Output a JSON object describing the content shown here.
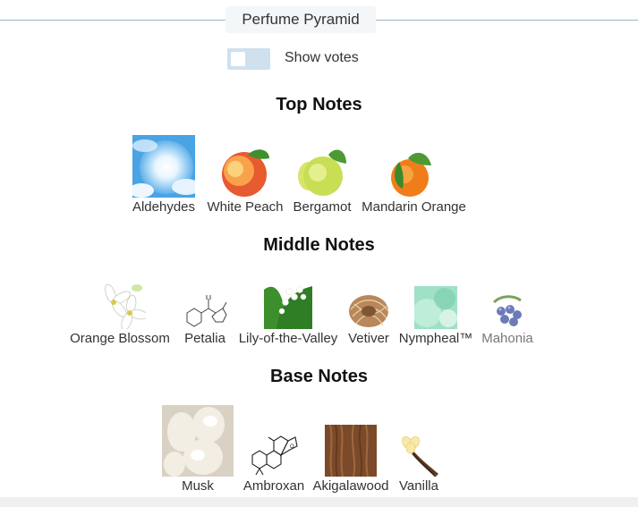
{
  "header": {
    "title": "Perfume Pyramid"
  },
  "toggle": {
    "label": "Show votes",
    "checked": false
  },
  "sections": {
    "top": {
      "title": "Top Notes",
      "notes": [
        {
          "label": "Aldehydes",
          "icon": "sky-clouds-image"
        },
        {
          "label": "White Peach",
          "icon": "peach-image"
        },
        {
          "label": "Bergamot",
          "icon": "bergamot-image"
        },
        {
          "label": "Mandarin Orange",
          "icon": "mandarin-orange-image"
        }
      ]
    },
    "middle": {
      "title": "Middle Notes",
      "notes": [
        {
          "label": "Orange Blossom",
          "icon": "orange-blossom-image"
        },
        {
          "label": "Petalia",
          "icon": "petalia-molecule-image"
        },
        {
          "label": "Lily-of-the-Valley",
          "icon": "lily-of-the-valley-image"
        },
        {
          "label": "Vetiver",
          "icon": "vetiver-image"
        },
        {
          "label": "Nympheal™",
          "icon": "nympheal-image"
        },
        {
          "label": "Mahonia",
          "icon": "mahonia-berries-image"
        }
      ]
    },
    "base": {
      "title": "Base Notes",
      "notes": [
        {
          "label": "Musk",
          "icon": "musk-image"
        },
        {
          "label": "Ambroxan",
          "icon": "ambroxan-molecule-image"
        },
        {
          "label": "Akigalawood",
          "icon": "akigalawood-image"
        },
        {
          "label": "Vanilla",
          "icon": "vanilla-image"
        }
      ]
    }
  }
}
